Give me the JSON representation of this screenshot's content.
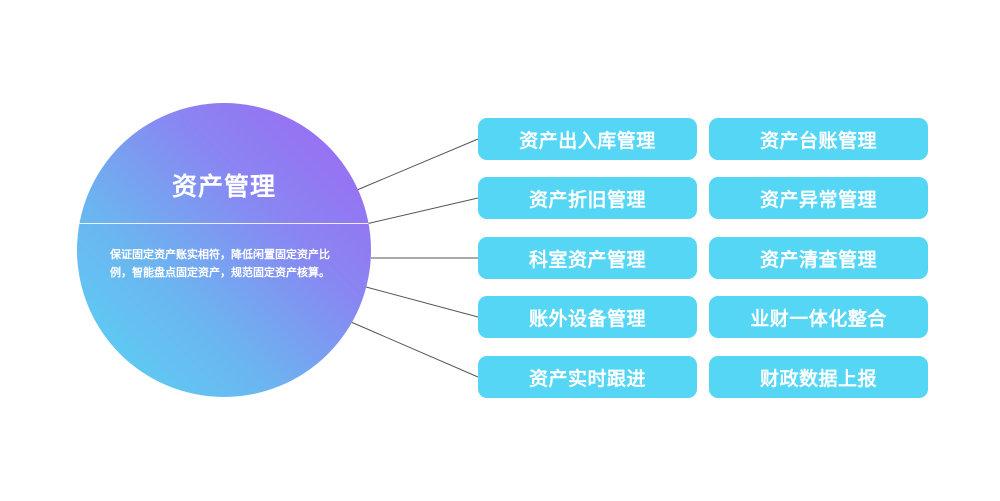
{
  "center": {
    "title": "资产管理",
    "description": "保证固定资产账实相符，降低闲置固定资产比例，智能盘点固定资产，规范固定资产核算。"
  },
  "modules": [
    "资产出入库管理",
    "资产台账管理",
    "资产折旧管理",
    "资产异常管理",
    "科室资产管理",
    "资产清查管理",
    "账外设备管理",
    "业财一体化整合",
    "资产实时跟进",
    "财政数据上报"
  ],
  "colors": {
    "box": "#56d6f5",
    "gradient_start": "#56d6f4",
    "gradient_end": "#a064f4",
    "line": "#555555"
  }
}
